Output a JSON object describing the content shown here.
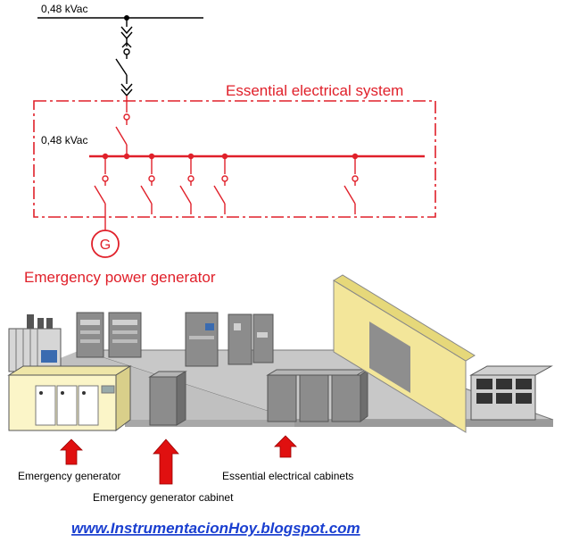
{
  "schematic": {
    "top_bus_voltage": "0,48 kVac",
    "essential_bus_voltage": "0,48 kVac",
    "essential_system_label": "Essential electrical system",
    "generator_symbol": "G",
    "generator_label": "Emergency power generator"
  },
  "plant": {
    "label_emergency_generator": "Emergency generator",
    "label_generator_cabinet": "Emergency generator cabinet",
    "label_essential_cabinets": "Essential electrical cabinets"
  },
  "footer": {
    "url": "www.InstrumentacionHoy.blogspot.com"
  },
  "colors": {
    "essential": "#e0202a",
    "line": "#000000",
    "arrow": "#e01010",
    "url": "#1a3fd0",
    "wall": "#f3e69a",
    "floor": "#c8c8c8",
    "cabinet": "#8c8c8c",
    "generator_body": "#fbf5c8"
  }
}
